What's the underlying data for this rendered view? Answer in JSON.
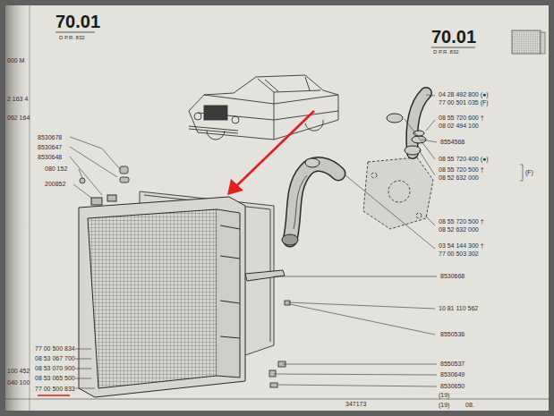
{
  "diagram": {
    "labels": [
      "70.01",
      "D P.R. 832",
      "70.01",
      "D P.R. 832",
      "000 M",
      "2 163 4",
      "062 164",
      "8530678",
      "8530647",
      "8530648",
      "080 152",
      "200852",
      "77 00 500 834",
      "08 53 067 700",
      "08 53 070 900",
      "08 53 065 500",
      "77 00 500 833",
      "100 452",
      "040 100",
      "04 28 492 800 (●)",
      "77 00 501 035 (F)",
      "08 55 720 600 †",
      "08 02 494 100",
      "8554568",
      "08 55 720 400 (●)",
      "08 55 720 500 †",
      "08 52 632 000",
      "(F)",
      "08 55 720 500 †",
      "08 52 632 000",
      "03 54 144 300 †",
      "77 00 503 302",
      "8530668",
      "10 81 110 562",
      "8550536",
      "8550537",
      "8530649",
      "8530650",
      "347173",
      "(19)",
      "(19)",
      "08."
    ]
  }
}
